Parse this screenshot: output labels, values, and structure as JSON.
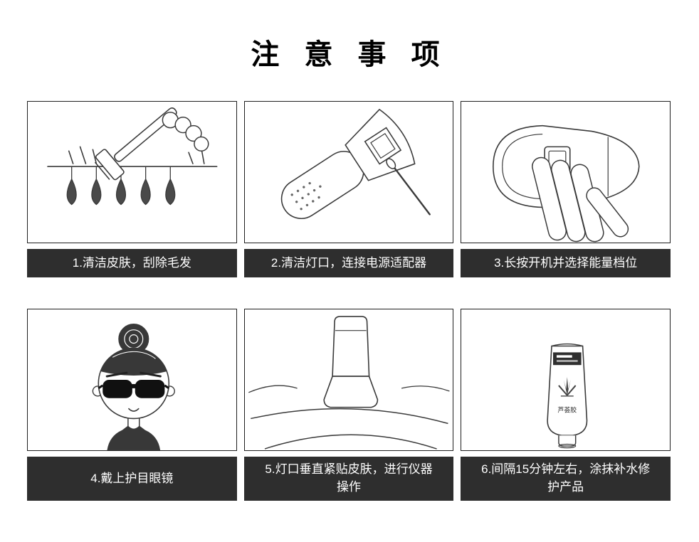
{
  "page": {
    "title": "注 意 事 项"
  },
  "colors": {
    "caption_bg": "#2e2e2e",
    "caption_text": "#ffffff",
    "line_art": "#3a3a3a",
    "border": "#1f1f1f"
  },
  "panels": [
    {
      "caption": "1.清洁皮肤，刮除毛发",
      "illustration": "razor-shaving-illustration"
    },
    {
      "caption": "2.清洁灯口，连接电源适配器",
      "illustration": "device-lamp-cleaning-illustration"
    },
    {
      "caption": "3.长按开机并选择能量档位",
      "illustration": "hand-pressing-power-button-illustration"
    },
    {
      "caption": "4.戴上护目眼镜",
      "illustration": "girl-wearing-goggles-illustration"
    },
    {
      "caption": "5.灯口垂直紧贴皮肤，进行仪器操作",
      "illustration": "device-perpendicular-on-skin-illustration"
    },
    {
      "caption": "6.间隔15分钟左右，涂抹补水修护产品",
      "illustration": "moisturizing-gel-tube-illustration",
      "product_label": "芦荟胶"
    }
  ]
}
